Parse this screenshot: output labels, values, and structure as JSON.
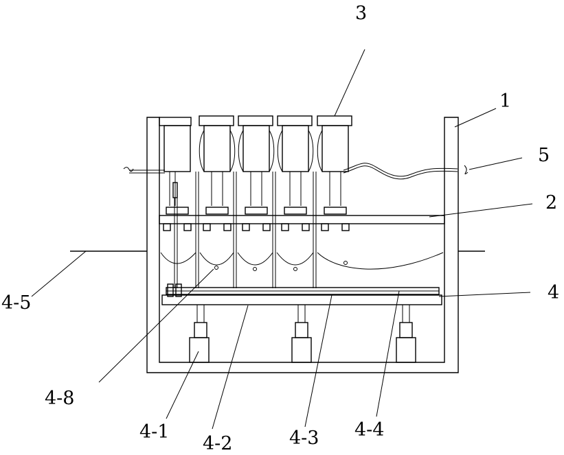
{
  "labels": {
    "l1": "1",
    "l2": "2",
    "l3": "3",
    "l4": "4",
    "l5": "5",
    "l4_1": "4-1",
    "l4_2": "4-2",
    "l4_3": "4-3",
    "l4_4": "4-4",
    "l4_5": "4-5",
    "l4_8": "4-8"
  }
}
